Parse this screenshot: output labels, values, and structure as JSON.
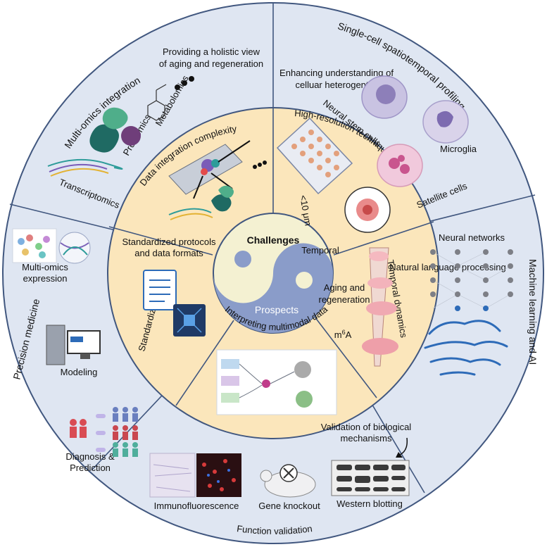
{
  "center": {
    "top_label": "Challenges",
    "bottom_label": "Prospects"
  },
  "inner": {
    "data_integration": "Data integration complexity",
    "high_resolution": "High-resolution techniques",
    "resolution_scale": "<10 μm",
    "temporal_dynamics": "Temporal dynamics",
    "temporal": "Temporal",
    "aging_line1": "Aging and",
    "aging_line2": "regeneration",
    "m6a_base": "m",
    "m6a_sup": "6",
    "m6a_end": "A",
    "interpreting": "Interpreting multimodal data",
    "standardization": "Standardization",
    "standardized_line1": "Standardized protocols",
    "standardized_line2": "and data formats"
  },
  "outer": {
    "multiomics_title": "Multi-omics integration",
    "holistic_line1": "Providing a holistic view",
    "holistic_line2": "of aging and regeneration",
    "metabolomics": "Metabolomics",
    "proteomics": "Proteomics",
    "transcriptomics": "Transcriptomics",
    "singlecell_title": "Single-cell spatiotemporal profiling",
    "enhancing_line1": "Enhancing understanding of",
    "enhancing_line2": "celluar heterogentity",
    "neural_stem": "Neural stem cells",
    "microglia": "Microglia",
    "satellite": "Satellite cells",
    "ml_title": "Machine learning and AI",
    "neural_networks": "Neural networks",
    "nlp": "Natural language processing",
    "precision_title": "Precision medicine",
    "multi_expr_line1": "Multi-omics",
    "multi_expr_line2": "expression",
    "modeling": "Modeling",
    "diagnosis_line1": "Diagnosis &",
    "diagnosis_line2": "Prediction",
    "function_title": "Function validation",
    "validation_line1": "Validation of biological",
    "validation_line2": "mechanisms",
    "immunofluorescence": "Immunofluorescence",
    "gene_knockout": "Gene knockout",
    "western": "Western blotting"
  },
  "colors": {
    "outer_ring": "#dfe6f2",
    "inner_ring": "#fbe6bb",
    "center_light": "#f4f1d2",
    "center_dark": "#8a9cc9",
    "border": "#41577f"
  }
}
